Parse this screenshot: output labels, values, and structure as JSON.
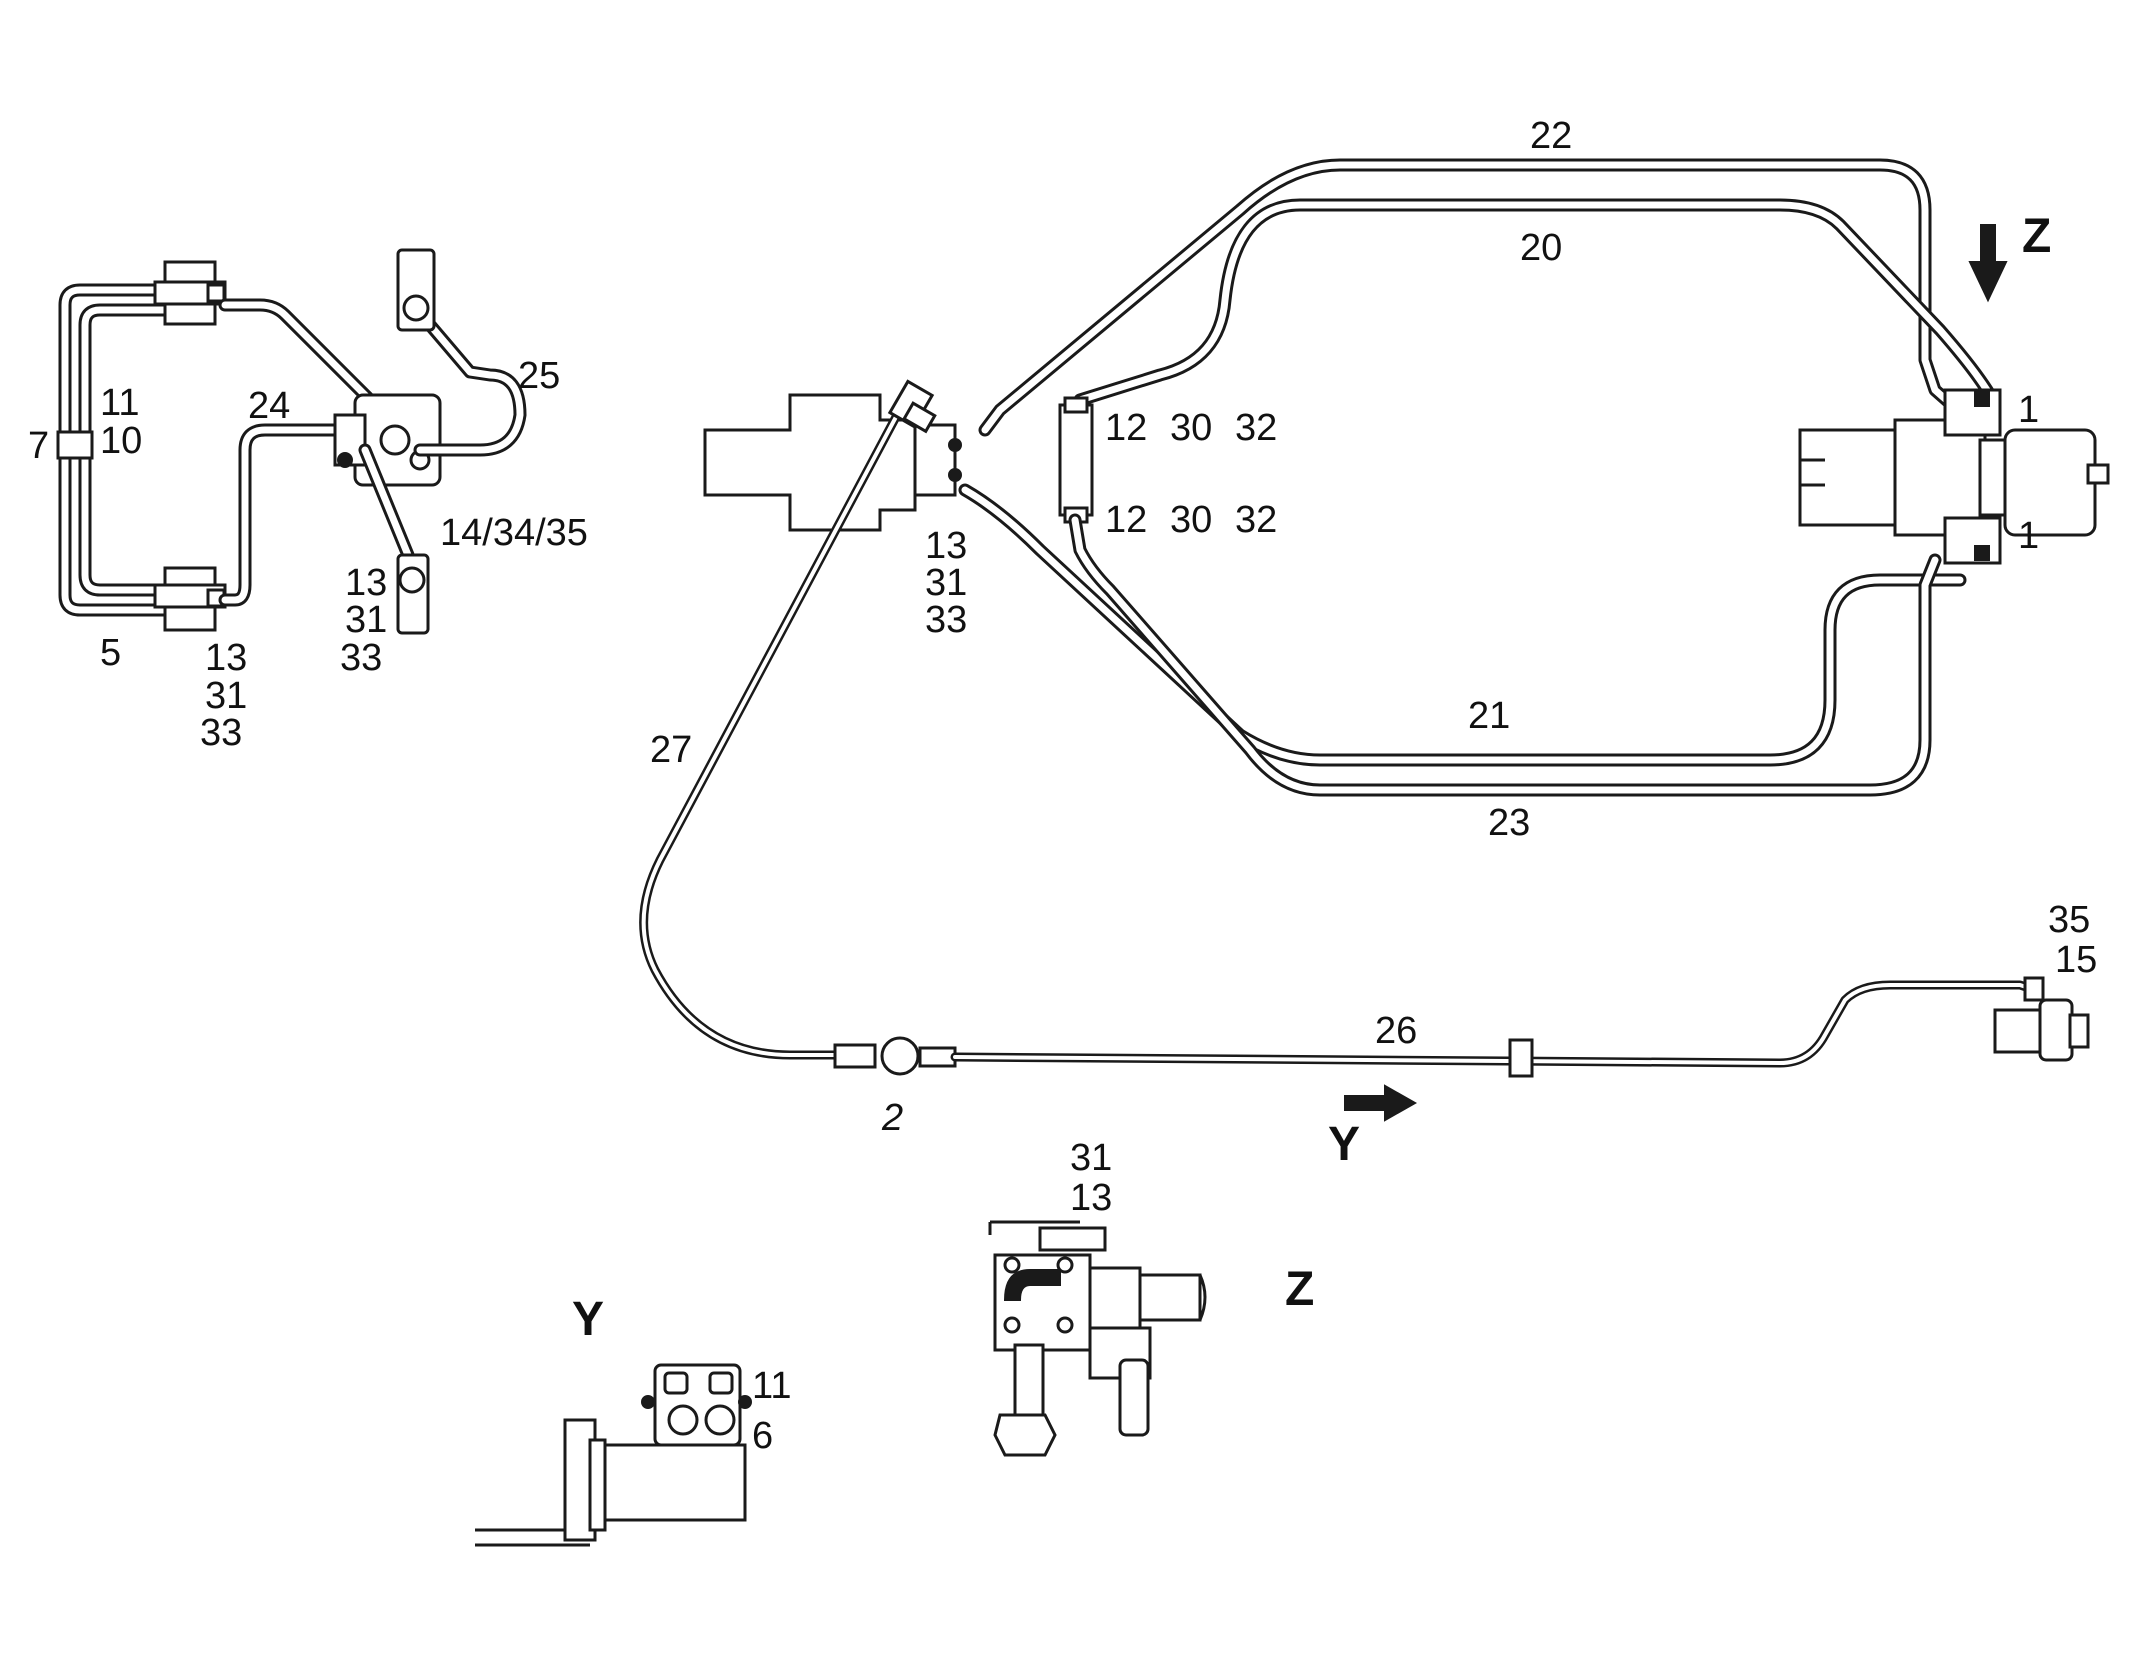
{
  "labels": {
    "l22": "22",
    "l20": "20",
    "lZ1": "Z",
    "l1a": "1",
    "l1b": "1",
    "l12a": "12",
    "l30a": "30",
    "l32a": "32",
    "l12b": "12",
    "l30b": "30",
    "l32b": "32",
    "l13c": "13",
    "l31c": "31",
    "l33c": "33",
    "l21": "21",
    "l23": "23",
    "l27": "27",
    "l26": "26",
    "l2": "2",
    "l35r": "35",
    "l15r": "15",
    "lY1": "Y",
    "l31z": "31",
    "l13z": "13",
    "lZ2": "Z",
    "lY2": "Y",
    "l11y": "11",
    "l6y": "6",
    "l11": "11",
    "l10": "10",
    "l7": "7",
    "l5": "5",
    "l24": "24",
    "l25": "25",
    "l1434": "14/34/35",
    "l13m": "13",
    "l31m": "31",
    "l33m": "33",
    "l13l": "13",
    "l31l": "31",
    "l33l": "33"
  }
}
